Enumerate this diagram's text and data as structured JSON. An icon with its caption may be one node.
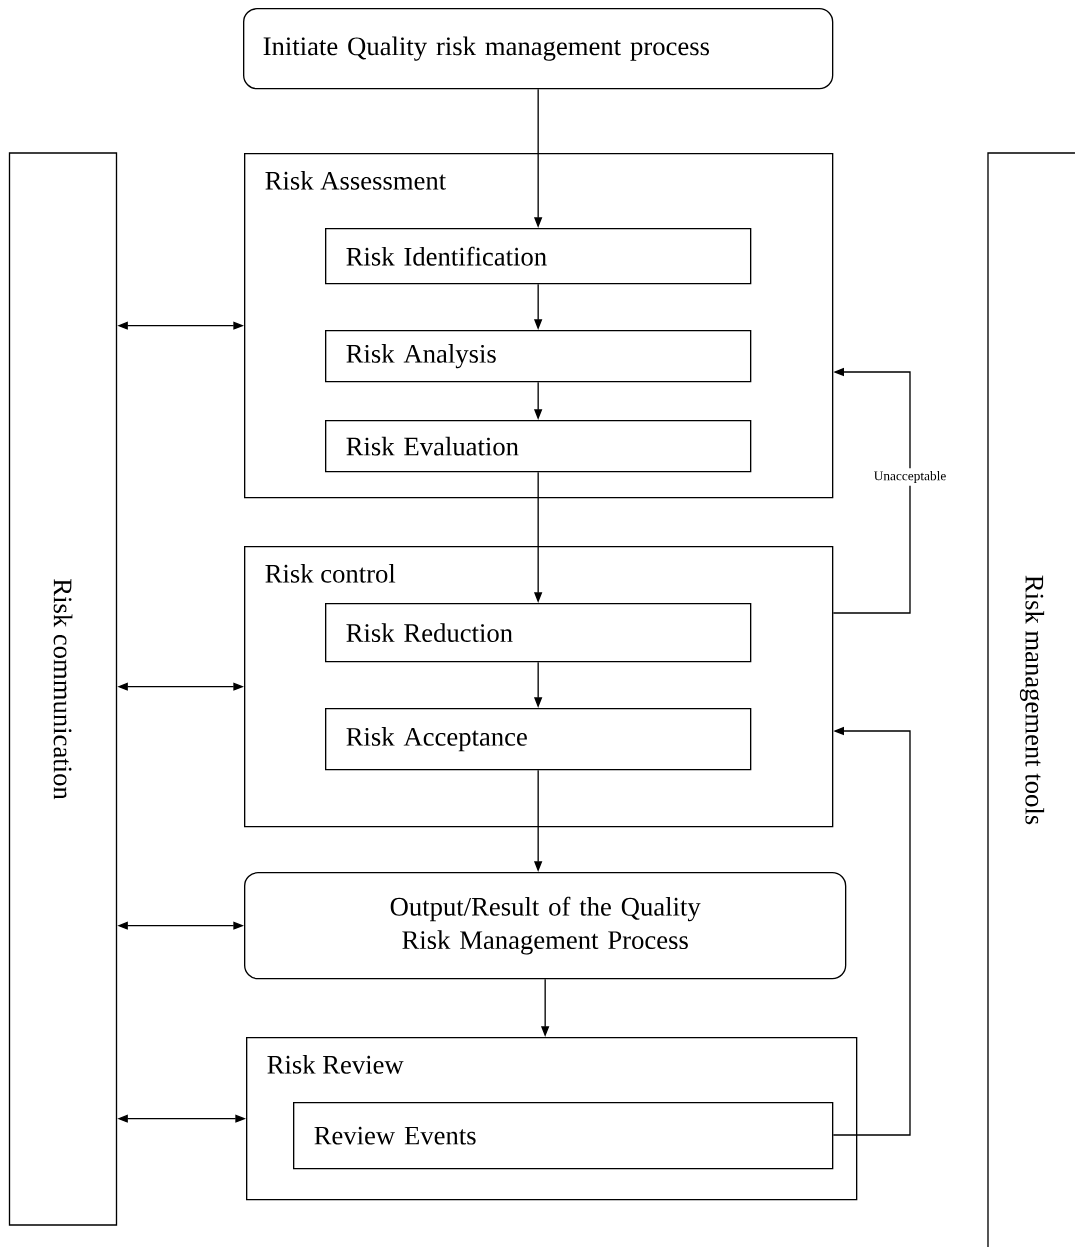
{
  "diagram": {
    "nodes": [
      {
        "text": [
          "Initiate Quality risk management process"
        ]
      },
      {
        "text": [
          "Risk communication"
        ]
      },
      {
        "text": [
          "Risk Assessment"
        ]
      },
      {
        "text": [
          "Risk Identification"
        ],
        "in": 2
      },
      {
        "text": [
          "Risk Analysis"
        ],
        "in": 2
      },
      {
        "text": [
          "Risk Evaluation"
        ],
        "in": 2
      },
      {
        "text": [
          "Risk control"
        ]
      },
      {
        "text": [
          "Risk Reduction"
        ],
        "in": 6
      },
      {
        "text": [
          "Risk Acceptance"
        ],
        "in": 6
      },
      {
        "text": [
          "Output/Result of the Quality Risk Management Process"
        ]
      },
      {
        "text": [
          "Risk Review"
        ]
      },
      {
        "text": [
          "Review Events"
        ],
        "in": 10
      },
      {
        "text": [
          "Risk management tools"
        ]
      }
    ],
    "edges": [
      {
        "from": 0,
        "to": 3,
        "arrow": "to"
      },
      {
        "from": 3,
        "to": 4,
        "arrow": "to"
      },
      {
        "from": 4,
        "to": 5,
        "arrow": "to"
      },
      {
        "from": 5,
        "to": 7,
        "arrow": "to"
      },
      {
        "from": 7,
        "to": 8,
        "arrow": "to"
      },
      {
        "from": 8,
        "to": 9,
        "arrow": "to"
      },
      {
        "from": 9,
        "to": 10,
        "arrow": "to"
      },
      {
        "from": 1,
        "to": 2,
        "arrow": "both"
      },
      {
        "from": 1,
        "to": 6,
        "arrow": "both"
      },
      {
        "from": 1,
        "to": 9,
        "arrow": "both"
      },
      {
        "from": 1,
        "to": 10,
        "arrow": "both"
      },
      {
        "from": 6,
        "to": 2,
        "arrow": "to",
        "label": "Unacceptable"
      },
      {
        "from": 11,
        "to": 6,
        "arrow": "to"
      }
    ]
  }
}
